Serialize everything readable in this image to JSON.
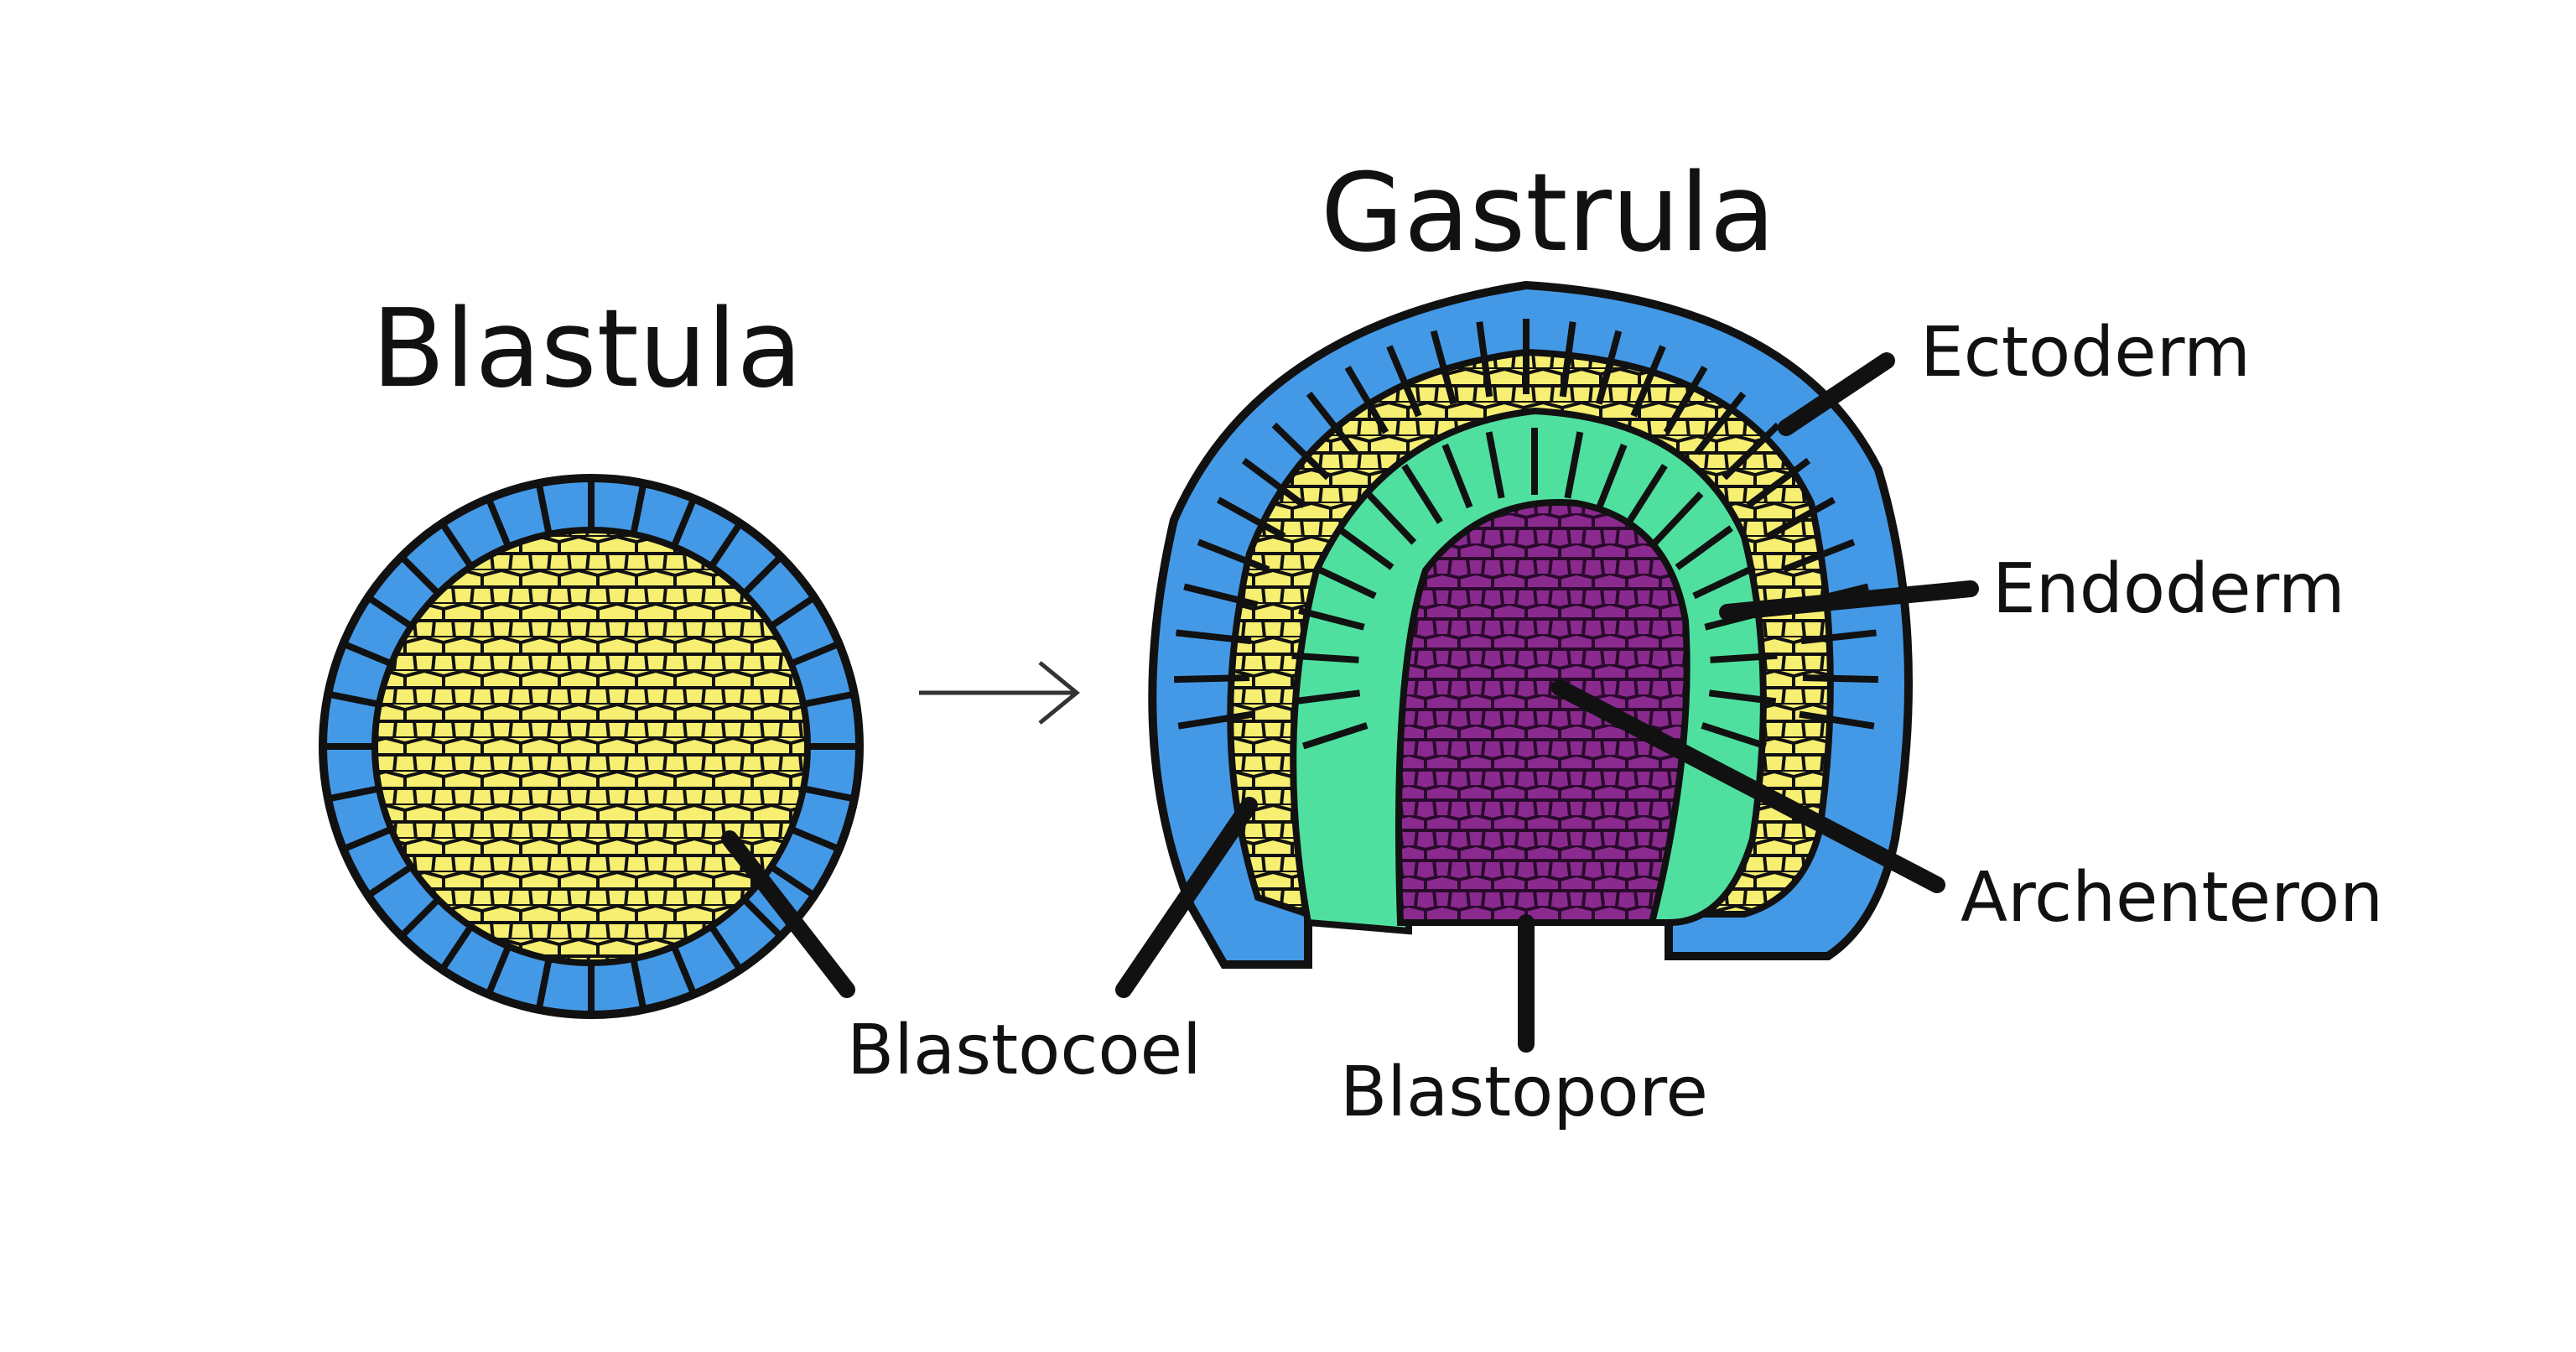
{
  "titles": {
    "blastula": "Blastula",
    "gastrula": "Gastrula"
  },
  "labels": {
    "blastocoel": "Blastocoel",
    "blastopore": "Blastopore",
    "ectoderm": "Ectoderm",
    "endoderm": "Endoderm",
    "archenteron": "Archenteron"
  },
  "colors": {
    "ectoderm": "#4499e6",
    "yolk": "#f7ef72",
    "endoderm": "#4fe0a0",
    "archenteron": "#8a2a8e",
    "outline": "#111111"
  }
}
